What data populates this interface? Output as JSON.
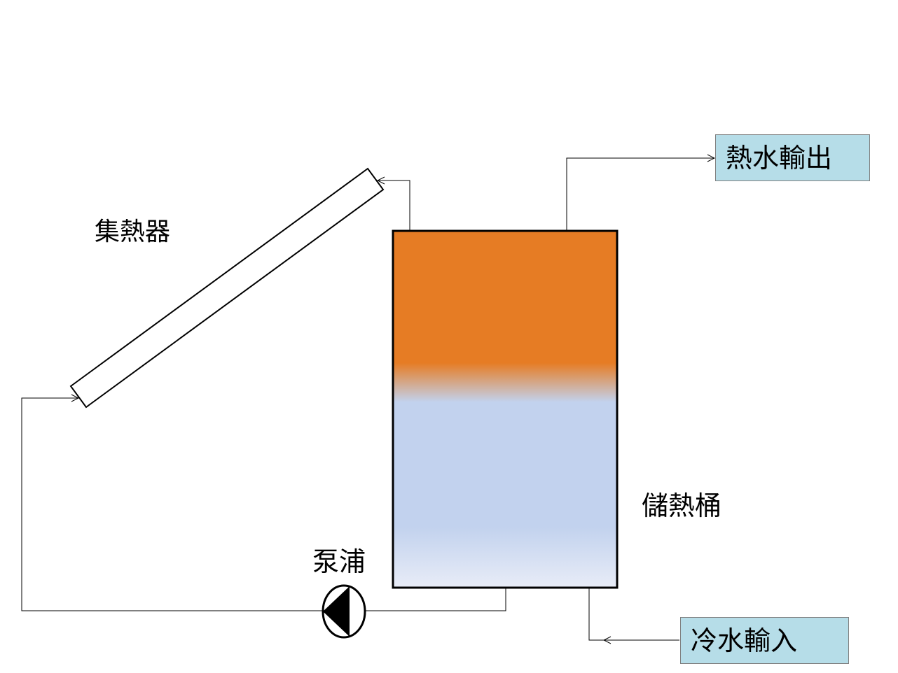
{
  "labels": {
    "collector": "集熱器",
    "storage_tank": "儲熱桶",
    "pump": "泵浦",
    "hot_water_out": "熱水輸出",
    "cold_water_in": "冷水輸入"
  },
  "colors": {
    "hot_water": "#e67c24",
    "cold_water": "#c2d2ee",
    "io_box_fill": "#b6dde8",
    "pipe": "#000000"
  }
}
